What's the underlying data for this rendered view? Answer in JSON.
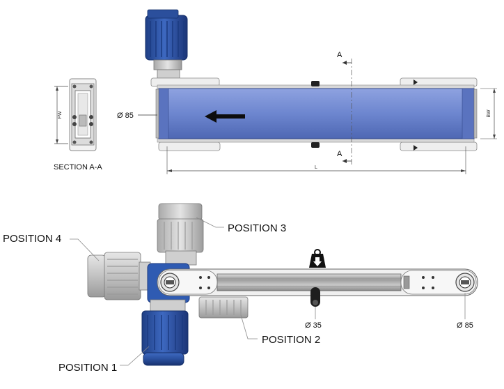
{
  "top_view": {
    "pulley_diameter": "Ø 85",
    "section_marker_top": "A",
    "section_marker_bottom": "A",
    "length_label": "L",
    "belt_width_label": "BW"
  },
  "section_view": {
    "caption": "SECTION A-A",
    "width_label": "FW"
  },
  "side_view": {
    "position_1": "POSITION 1",
    "position_2": "POSITION 2",
    "position_3": "POSITION 3",
    "position_4": "POSITION 4",
    "support_diameter": "Ø 35",
    "pulley_diameter": "Ø 85"
  },
  "colors": {
    "belt_blue": "#6d86cf",
    "motor_blue": "#2c55a6",
    "motor_grey": "#c9c9c9",
    "frame_grey": "#b7b7b7",
    "dark": "#222222"
  },
  "icons": {
    "direction": "arrow-left-icon",
    "load": "weight-down-icon"
  }
}
